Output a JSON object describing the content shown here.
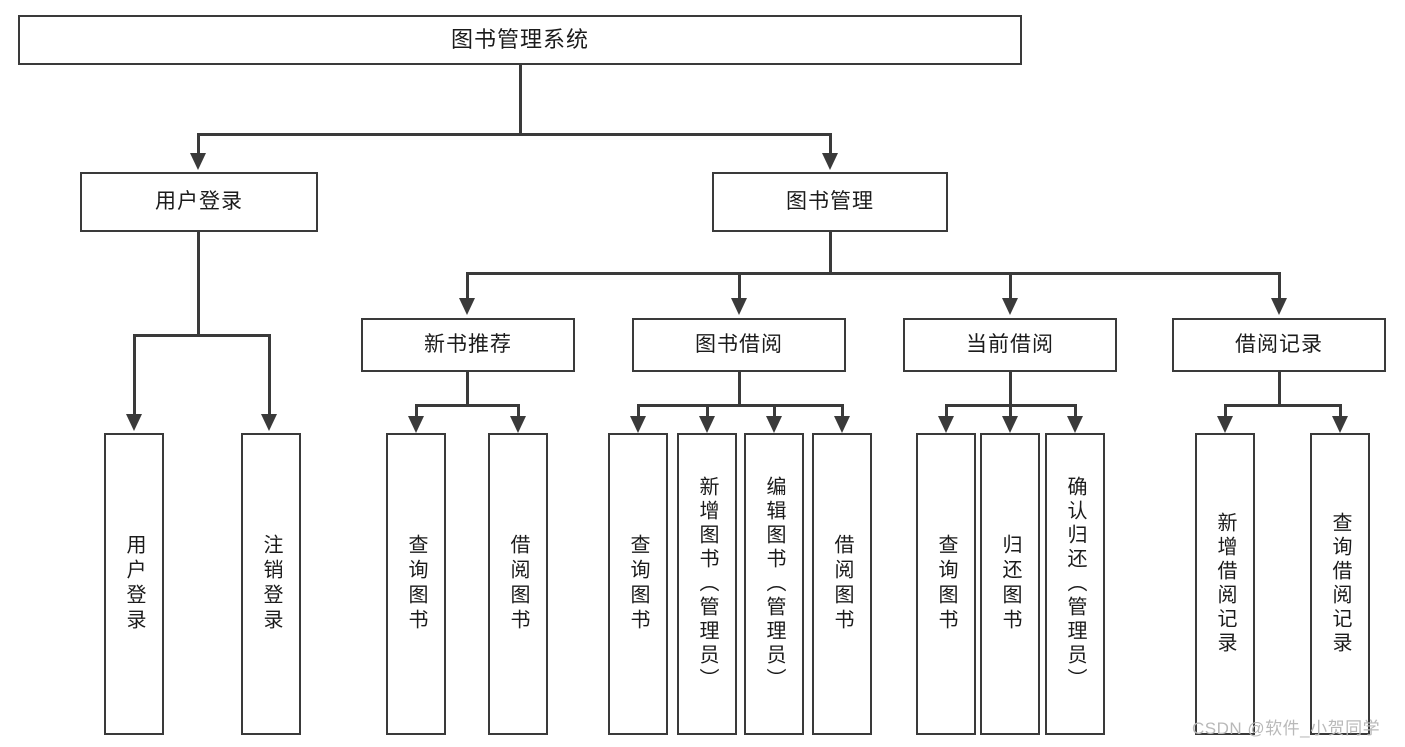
{
  "diagram": {
    "title": "图书管理系统",
    "root": {
      "label": "图书管理系统"
    },
    "level2": [
      {
        "label": "用户登录"
      },
      {
        "label": "图书管理"
      }
    ],
    "level3": [
      {
        "label": "新书推荐"
      },
      {
        "label": "图书借阅"
      },
      {
        "label": "当前借阅"
      },
      {
        "label": "借阅记录"
      }
    ],
    "leaves": {
      "user_login": [
        {
          "label": "用户登录"
        },
        {
          "label": "注销登录"
        }
      ],
      "new_book_recommend": [
        {
          "label": "查询图书"
        },
        {
          "label": "借阅图书"
        }
      ],
      "book_borrow": [
        {
          "label": "查询图书"
        },
        {
          "label": "新增图书（管理员）"
        },
        {
          "label": "编辑图书（管理员）"
        },
        {
          "label": "借阅图书"
        }
      ],
      "current_borrow": [
        {
          "label": "查询图书"
        },
        {
          "label": "归还图书"
        },
        {
          "label": "确认归还（管理员）"
        }
      ],
      "borrow_record": [
        {
          "label": "新增借阅记录"
        },
        {
          "label": "查询借阅记录"
        }
      ]
    }
  },
  "watermark": {
    "text": "CSDN @软件_小贺同学"
  },
  "colors": {
    "stroke": "#3a3a3a",
    "text": "#1b1b1b",
    "background": "#ffffff",
    "watermark": "#b9b9b9"
  }
}
